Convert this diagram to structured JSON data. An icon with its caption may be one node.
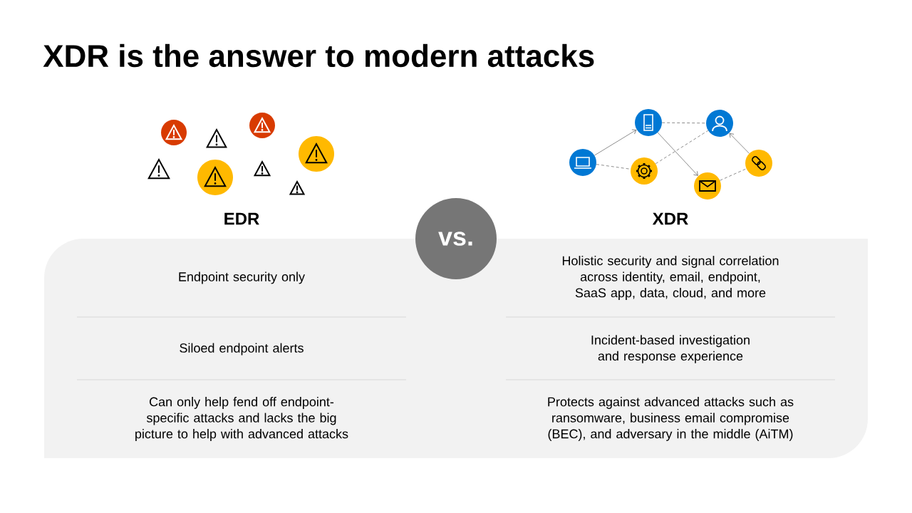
{
  "diagram": {
    "title": "XDR is the answer to modern attacks",
    "nodes": [
      {
        "text": [],
        "shape": "circle"
      },
      {
        "text": [],
        "shape": "circle"
      },
      {
        "text": [],
        "shape": "circle"
      },
      {
        "text": [],
        "shape": "circle"
      },
      {
        "text": [],
        "shape": "circle"
      },
      {
        "text": [],
        "shape": "circle"
      },
      {
        "text": [
          "vs."
        ]
      }
    ],
    "edges": [
      {
        "from": 2,
        "to": 0,
        "arrow": "to"
      },
      {
        "from": 0,
        "to": 5,
        "arrow": "to"
      },
      {
        "from": 3,
        "to": 1,
        "arrow": "to"
      },
      {
        "from": 0,
        "to": 1,
        "arrow": "none",
        "style": "dashed"
      },
      {
        "from": 2,
        "to": 4,
        "arrow": "none",
        "style": "dashed"
      },
      {
        "from": 4,
        "to": 1,
        "arrow": "none",
        "style": "dashed"
      },
      {
        "from": 5,
        "to": 3,
        "arrow": "none",
        "style": "dashed"
      }
    ],
    "labels": [
      "EDR",
      "XDR",
      "Endpoint security only",
      "Holistic security and signal correlation across identity, email, endpoint, SaaS app, data, cloud, and more",
      "Siloed endpoint alerts",
      "Incident-based investigation and response experience",
      "Can only help fend off endpoint-specific attacks and lacks the big picture to help with advanced attacks",
      "Protects against advanced attacks such as ransomware, business email compromise (BEC), and adversary in the middle (AiTM)"
    ]
  }
}
